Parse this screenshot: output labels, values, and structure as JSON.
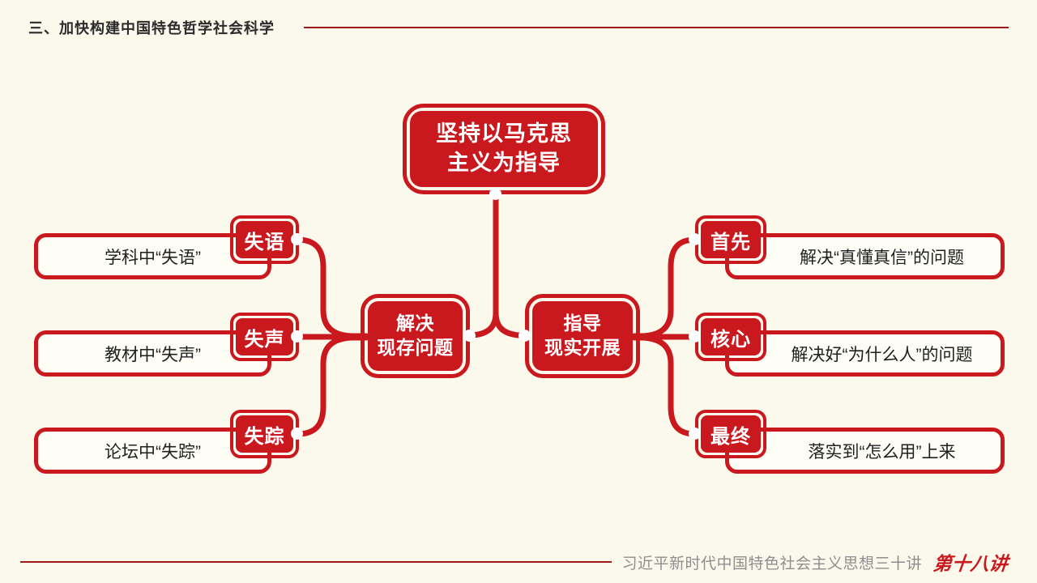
{
  "page": {
    "title": "三、加快构建中国特色哲学社会科学",
    "footer_series": "习近平新时代中国特色社会主义思想三十讲",
    "footer_lecture": "第十八讲"
  },
  "mindmap": {
    "root": {
      "line1": "坚持以马克思",
      "line2": "主义为指导"
    },
    "left_parent": {
      "line1": "解决",
      "line2": "现存问题"
    },
    "right_parent": {
      "line1": "指导",
      "line2": "现实开展"
    },
    "left_branches": [
      {
        "tag": "失语",
        "text": "学科中“失语”"
      },
      {
        "tag": "失声",
        "text": "教材中“失声”"
      },
      {
        "tag": "失踪",
        "text": "论坛中“失踪”"
      }
    ],
    "right_branches": [
      {
        "tag": "首先",
        "text": "解决“真懂真信”的问题"
      },
      {
        "tag": "核心",
        "text": "解决好“为什么人”的问题"
      },
      {
        "tag": "最终",
        "text": "落实到“怎么用”上来"
      }
    ]
  },
  "colors": {
    "accent_red": "#C9191F",
    "rule_dark_red": "#9B1B1B",
    "background": "#FBF9EC",
    "leaf_fill": "#FFFEF6",
    "title_text": "#2B2B2B",
    "footer_gray": "#8E8E8E",
    "node_text": "#FFFFFF"
  }
}
